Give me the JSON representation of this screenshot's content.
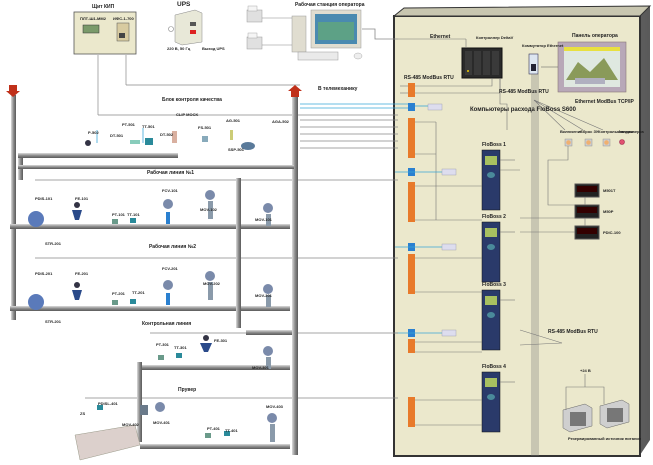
{
  "title": "Схема узла учёта с компьютерами расхода FloBoss",
  "top": {
    "kip_panel": {
      "title": "Щит КИП",
      "device1": "ПЛТ-Ш1-ММ2",
      "device2": "ИФС-1-700"
    },
    "ups": {
      "title": "UPS",
      "label_in": "220 В, 50 Гц",
      "label_out": "Выход UPS"
    },
    "workstation": {
      "title": "Рабочая станция оператора"
    }
  },
  "cabinet": {
    "ethernet_label": "Ethernet",
    "controller": "Контроллер DeltaV",
    "switch": "Коммутатор Ethernet",
    "operator_panel": "Панель оператора",
    "rs485_top": "RS-485 ModBus RTU",
    "rs485_right": "RS-485 ModBus RTU",
    "flow_computers": "Компьютеры расхода FloBoss S600",
    "ethernet_modbus": "Ethernet ModBus TCP/IP",
    "buttons": [
      {
        "label": "Включение",
        "color": "#f0b070"
      },
      {
        "label": "Сброс ЗУ",
        "color": "#f0b070"
      },
      {
        "label": "Контрольная проверка",
        "color": "#f0b070"
      },
      {
        "label": "Авария",
        "color": "#e05070"
      }
    ],
    "indicators": [
      {
        "label": "M501T",
        "reading": "14.0.0"
      },
      {
        "label": "M50P",
        "reading": "14.0.0"
      },
      {
        "label": "PDIC-100",
        "reading": "14.0.0"
      }
    ],
    "floboss": [
      "FloBoss 1",
      "FloBoss 2",
      "FloBoss 3",
      "FloBoss 4"
    ],
    "rs485_bottom": "RS-485 ModBus RTU",
    "power_label": "+24 В",
    "power_supply": "Резервированный источник питания"
  },
  "telemechanics": "В телемеханику",
  "lines": {
    "quality": {
      "title": "Блок контроля качества",
      "tags": [
        "P-502",
        "DT-501",
        "PT-501",
        "TT-501",
        "DT-502",
        "CLIP MOCK",
        "FS-501",
        "AG-501",
        "AGA-502",
        "SSP-501"
      ]
    },
    "line1": {
      "title": "Рабочая линия №1",
      "tags": [
        "PDIS-101",
        "FE-101",
        "PT-101",
        "TT-101",
        "FCV-101",
        "MOV-102",
        "MOV-101",
        "STR-201"
      ]
    },
    "line2": {
      "title": "Рабочая линия №2",
      "tags": [
        "PDIS-201",
        "FE-201",
        "PT-201",
        "TT-201",
        "FCV-201",
        "MOV-202",
        "MOV-201",
        "STR-201"
      ]
    },
    "control": {
      "title": "Контрольная линия",
      "tags": [
        "PT-301",
        "TT-301",
        "FE-301",
        "MOV-301"
      ]
    },
    "prover": {
      "title": "Прувер",
      "tags": [
        "ZS",
        "PDISL-401",
        "MOV-402",
        "MOV-401",
        "PT-401",
        "TT-401",
        "MOV-403"
      ]
    }
  },
  "colors": {
    "cabinet": "#ebe8cc",
    "pipe": "#9a9a9a",
    "signal": "#7a7a7a",
    "blue_signal": "#39a6d8",
    "terminal": "#e87a2a",
    "terminal_blue": "#2a80d0",
    "floboss_body": "#2a3a6a",
    "arrow": "#c0301a"
  }
}
